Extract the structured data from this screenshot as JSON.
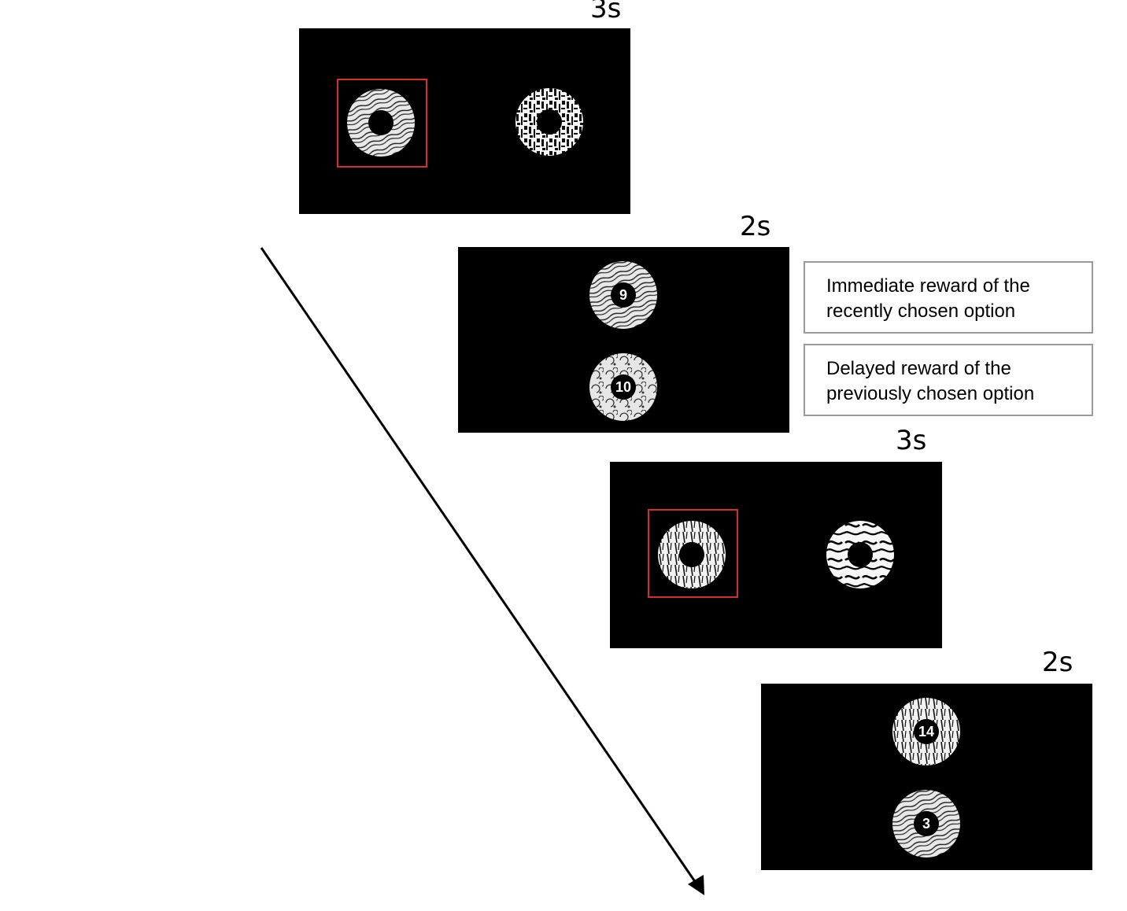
{
  "trials": [
    {
      "phase": "choice",
      "duration": "3s",
      "chosen": "left",
      "left_texture": "wavy-fine",
      "right_texture": "circuit"
    },
    {
      "phase": "feedback",
      "duration": "2s",
      "top_reward": "9",
      "bottom_reward": "10",
      "top_texture": "wavy-fine",
      "bottom_texture": "swirl-dots"
    },
    {
      "phase": "choice",
      "duration": "3s",
      "chosen": "left",
      "left_texture": "radial-streaks",
      "right_texture": "swirl-blobs"
    },
    {
      "phase": "feedback",
      "duration": "2s",
      "top_reward": "14",
      "bottom_reward": "3",
      "top_texture": "radial-streaks",
      "bottom_texture": "wavy-fine"
    }
  ],
  "legend": {
    "immediate": "Immediate reward of the\nrecently chosen option",
    "delayed": "Delayed reward of the\npreviously chosen option"
  },
  "colors": {
    "screen": "#000000",
    "selection_box": "#d0312d",
    "legend_border": "#9a9a9a"
  }
}
